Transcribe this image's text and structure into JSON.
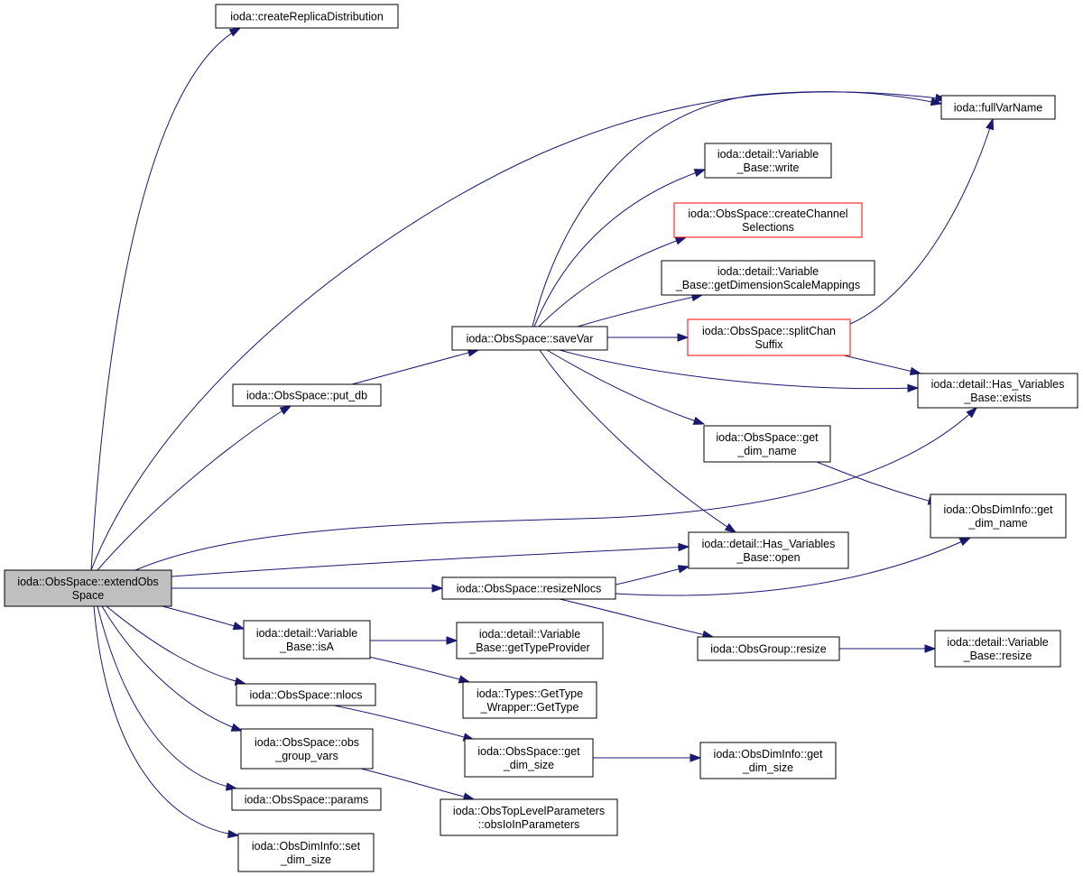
{
  "colors": {
    "edge": "#191970",
    "node_border": "#000000",
    "highlight_border": "#ff0000",
    "root_fill": "#bfbfbf"
  },
  "nodes": {
    "extendObs": {
      "lines": [
        "ioda::ObsSpace::extendObs",
        "Space"
      ],
      "style": "root"
    },
    "createReplica": {
      "lines": [
        "ioda::createReplicaDistribution"
      ],
      "style": "normal"
    },
    "fullVarName": {
      "lines": [
        "ioda::fullVarName"
      ],
      "style": "normal"
    },
    "varWrite": {
      "lines": [
        "ioda::detail::Variable",
        "_Base::write"
      ],
      "style": "normal"
    },
    "createChannel": {
      "lines": [
        "ioda::ObsSpace::createChannel",
        "Selections"
      ],
      "style": "red"
    },
    "getDimScale": {
      "lines": [
        "ioda::detail::Variable",
        "_Base::getDimensionScaleMappings"
      ],
      "style": "normal"
    },
    "saveVar": {
      "lines": [
        "ioda::ObsSpace::saveVar"
      ],
      "style": "normal"
    },
    "splitChan": {
      "lines": [
        "ioda::ObsSpace::splitChan",
        "Suffix"
      ],
      "style": "red"
    },
    "putDb": {
      "lines": [
        "ioda::ObsSpace::put_db"
      ],
      "style": "normal"
    },
    "exists": {
      "lines": [
        "ioda::detail::Has_Variables",
        "_Base::exists"
      ],
      "style": "normal"
    },
    "getDimName": {
      "lines": [
        "ioda::ObsSpace::get",
        "_dim_name"
      ],
      "style": "normal"
    },
    "dimInfoGetName": {
      "lines": [
        "ioda::ObsDimInfo::get",
        "_dim_name"
      ],
      "style": "normal"
    },
    "open": {
      "lines": [
        "ioda::detail::Has_Variables",
        "_Base::open"
      ],
      "style": "normal"
    },
    "resizeNlocs": {
      "lines": [
        "ioda::ObsSpace::resizeNlocs"
      ],
      "style": "normal"
    },
    "isA": {
      "lines": [
        "ioda::detail::Variable",
        "_Base::isA"
      ],
      "style": "normal"
    },
    "getTypeProvider": {
      "lines": [
        "ioda::detail::Variable",
        "_Base::getTypeProvider"
      ],
      "style": "normal"
    },
    "groupResize": {
      "lines": [
        "ioda::ObsGroup::resize"
      ],
      "style": "normal"
    },
    "varResize": {
      "lines": [
        "ioda::detail::Variable",
        "_Base::resize"
      ],
      "style": "normal"
    },
    "nlocs": {
      "lines": [
        "ioda::ObsSpace::nlocs"
      ],
      "style": "normal"
    },
    "getType": {
      "lines": [
        "ioda::Types::GetType",
        "_Wrapper::GetType"
      ],
      "style": "normal"
    },
    "obsGroupVars": {
      "lines": [
        "ioda::ObsSpace::obs",
        "_group_vars"
      ],
      "style": "normal"
    },
    "getDimSize": {
      "lines": [
        "ioda::ObsSpace::get",
        "_dim_size"
      ],
      "style": "normal"
    },
    "dimInfoGetSize": {
      "lines": [
        "ioda::ObsDimInfo::get",
        "_dim_size"
      ],
      "style": "normal"
    },
    "params": {
      "lines": [
        "ioda::ObsSpace::params"
      ],
      "style": "normal"
    },
    "topLevel": {
      "lines": [
        "ioda::ObsTopLevelParameters",
        "::obsIoInParameters"
      ],
      "style": "normal"
    },
    "setDimSize": {
      "lines": [
        "ioda::ObsDimInfo::set",
        "_dim_size"
      ],
      "style": "normal"
    }
  },
  "edges": [
    [
      "extendObs",
      "createReplica"
    ],
    [
      "extendObs",
      "fullVarName"
    ],
    [
      "extendObs",
      "putDb"
    ],
    [
      "extendObs",
      "exists"
    ],
    [
      "extendObs",
      "open"
    ],
    [
      "extendObs",
      "resizeNlocs"
    ],
    [
      "extendObs",
      "isA"
    ],
    [
      "extendObs",
      "nlocs"
    ],
    [
      "extendObs",
      "obsGroupVars"
    ],
    [
      "extendObs",
      "params"
    ],
    [
      "extendObs",
      "setDimSize"
    ],
    [
      "putDb",
      "saveVar"
    ],
    [
      "saveVar",
      "fullVarName"
    ],
    [
      "saveVar",
      "varWrite"
    ],
    [
      "saveVar",
      "createChannel"
    ],
    [
      "saveVar",
      "getDimScale"
    ],
    [
      "saveVar",
      "splitChan"
    ],
    [
      "saveVar",
      "exists"
    ],
    [
      "saveVar",
      "getDimName"
    ],
    [
      "saveVar",
      "open"
    ],
    [
      "splitChan",
      "fullVarName"
    ],
    [
      "splitChan",
      "exists"
    ],
    [
      "getDimName",
      "dimInfoGetName"
    ],
    [
      "resizeNlocs",
      "open"
    ],
    [
      "resizeNlocs",
      "dimInfoGetName"
    ],
    [
      "resizeNlocs",
      "groupResize"
    ],
    [
      "groupResize",
      "varResize"
    ],
    [
      "isA",
      "getTypeProvider"
    ],
    [
      "isA",
      "getType"
    ],
    [
      "nlocs",
      "getDimSize"
    ],
    [
      "getDimSize",
      "dimInfoGetSize"
    ],
    [
      "obsGroupVars",
      "topLevel"
    ]
  ]
}
